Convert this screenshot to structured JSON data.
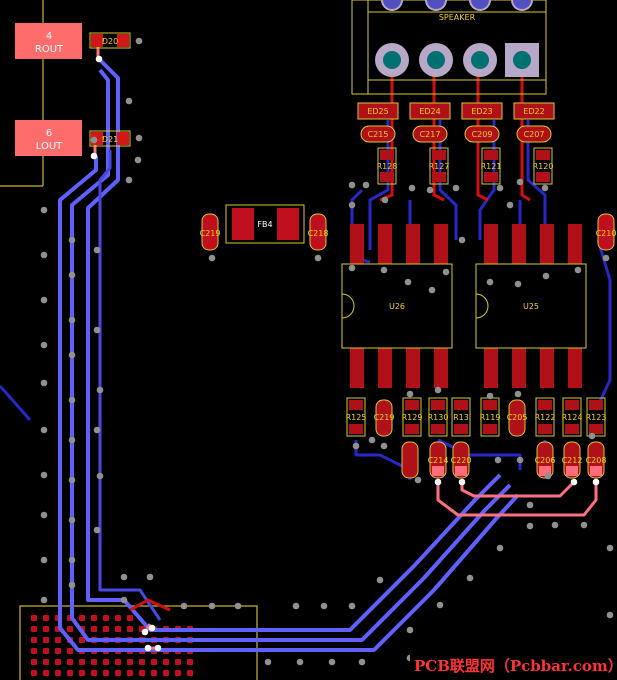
{
  "connectors": [
    {
      "pin": "4",
      "net": "ROUT",
      "ref": "D20"
    },
    {
      "pin": "6",
      "net": "LOUT",
      "ref": "D21"
    }
  ],
  "speaker": {
    "label": "SPEAKER"
  },
  "top_parts": [
    "ED25",
    "ED24",
    "ED23",
    "ED22"
  ],
  "top_caps": [
    "C215",
    "C217",
    "C209",
    "C207"
  ],
  "top_resistors": [
    "R128",
    "R127",
    "R121",
    "R120"
  ],
  "filter": {
    "label": "FB4",
    "caps": [
      "C219",
      "C218"
    ]
  },
  "right_cap": "C210",
  "ics": [
    "U26",
    "U25"
  ],
  "bottom_row": [
    "R125",
    "C219",
    "R129",
    "R130",
    "R13",
    "R119",
    "C205",
    "R122",
    "R124",
    "R123"
  ],
  "bottom_caps": [
    "C214",
    "C220",
    "C206",
    "C212",
    "C208"
  ],
  "watermark": "PCB联盟网（Pcbbar.com）"
}
